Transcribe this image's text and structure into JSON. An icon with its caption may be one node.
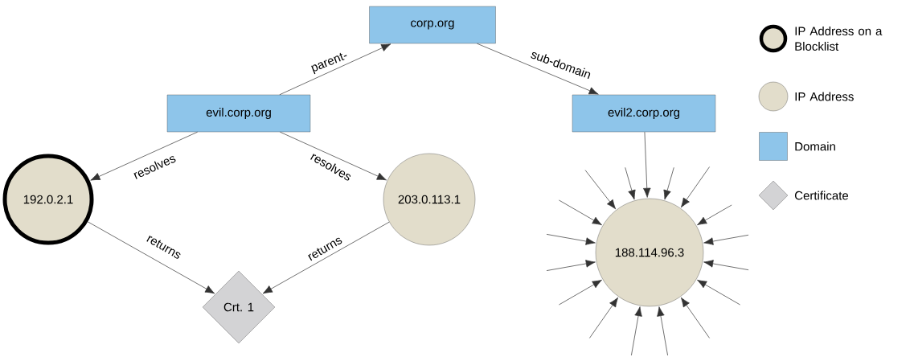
{
  "diagram": {
    "nodes": [
      {
        "text": [
          "corp.org"
        ]
      },
      {
        "text": [
          "evil.corp.org"
        ]
      },
      {
        "text": [
          "evil2.corp.org"
        ]
      },
      {
        "text": [
          "192.0.2.1"
        ]
      },
      {
        "text": [
          "203.0.113.1"
        ]
      },
      {
        "text": [
          "Crt. 1"
        ]
      },
      {
        "text": [
          "188.114.96.3"
        ]
      }
    ],
    "edges": [
      {
        "from": 1,
        "to": 0,
        "arrow": "to",
        "label": "parent-"
      },
      {
        "from": 0,
        "to": 2,
        "arrow": "to",
        "label": "sub-domain"
      },
      {
        "from": 1,
        "to": 3,
        "arrow": "to",
        "label": "resolves"
      },
      {
        "from": 1,
        "to": 4,
        "arrow": "to",
        "label": "resolves"
      },
      {
        "from": 3,
        "to": 5,
        "arrow": "to",
        "label": "returns"
      },
      {
        "from": 4,
        "to": 5,
        "arrow": "to",
        "label": "returns"
      },
      {
        "from": 2,
        "to": 6,
        "arrow": "to"
      },
      {
        "from": null,
        "to": 6,
        "arrow": "to"
      },
      {
        "from": null,
        "to": 6,
        "arrow": "to"
      },
      {
        "from": null,
        "to": 6,
        "arrow": "to"
      },
      {
        "from": null,
        "to": 6,
        "arrow": "to"
      },
      {
        "from": null,
        "to": 6,
        "arrow": "to"
      },
      {
        "from": null,
        "to": 6,
        "arrow": "to"
      },
      {
        "from": null,
        "to": 6,
        "arrow": "to"
      },
      {
        "from": null,
        "to": 6,
        "arrow": "to"
      },
      {
        "from": null,
        "to": 6,
        "arrow": "to"
      },
      {
        "from": null,
        "to": 6,
        "arrow": "to"
      },
      {
        "from": null,
        "to": 6,
        "arrow": "to"
      },
      {
        "from": null,
        "to": 6,
        "arrow": "to"
      },
      {
        "from": null,
        "to": 6,
        "arrow": "to"
      },
      {
        "from": null,
        "to": 6,
        "arrow": "to"
      },
      {
        "from": null,
        "to": 6,
        "arrow": "to"
      },
      {
        "from": null,
        "to": 6,
        "arrow": "to"
      }
    ],
    "legend": [
      {
        "text": "IP Address on a Blocklist"
      },
      {
        "text": "IP Address"
      },
      {
        "text": "Domain"
      },
      {
        "text": "Certificate"
      }
    ]
  }
}
